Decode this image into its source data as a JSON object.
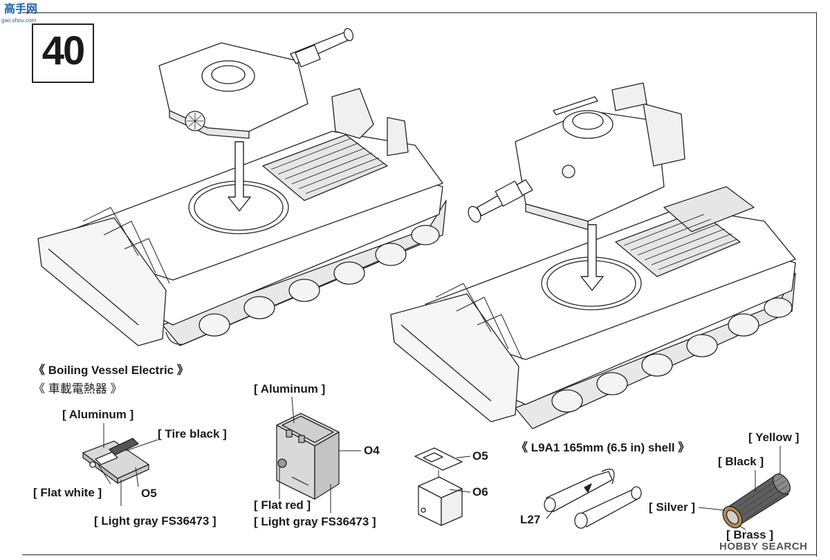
{
  "watermarks": {
    "top_left": "高手网",
    "top_left_sub": "gao.shou.com",
    "bottom_right": "HOBBY SEARCH"
  },
  "step": {
    "number": "40"
  },
  "sections": {
    "boiling_vessel": {
      "title_en": "《 Boiling Vessel Electric 》",
      "title_zh": "《 車載電熱器 》"
    },
    "shell": {
      "title": "《 L9A1 165mm (6.5 in) shell 》"
    }
  },
  "callouts": {
    "bv_aluminum": "[ Aluminum ]",
    "bv_tire_black": "[ Tire black ]",
    "bv_flat_white": "[ Flat white ]",
    "bv_o5": "O5",
    "bv_light_gray": "[ Light gray FS36473 ]",
    "box_aluminum": "[ Aluminum ]",
    "box_o4": "O4",
    "box_flat_red": "[ Flat red ]",
    "box_light_gray": "[ Light gray FS36473 ]",
    "asm_o5": "O5",
    "asm_o6": "O6",
    "shell_l27": "L27",
    "shell_yellow": "[ Yellow ]",
    "shell_black": "[ Black ]",
    "shell_silver": "[ Silver ]",
    "shell_brass": "[ Brass ]"
  },
  "colors": {
    "ink": "#1a1a1a",
    "part_fill": "#d9d9d9",
    "watermark_blue": "#1a5fb0"
  }
}
